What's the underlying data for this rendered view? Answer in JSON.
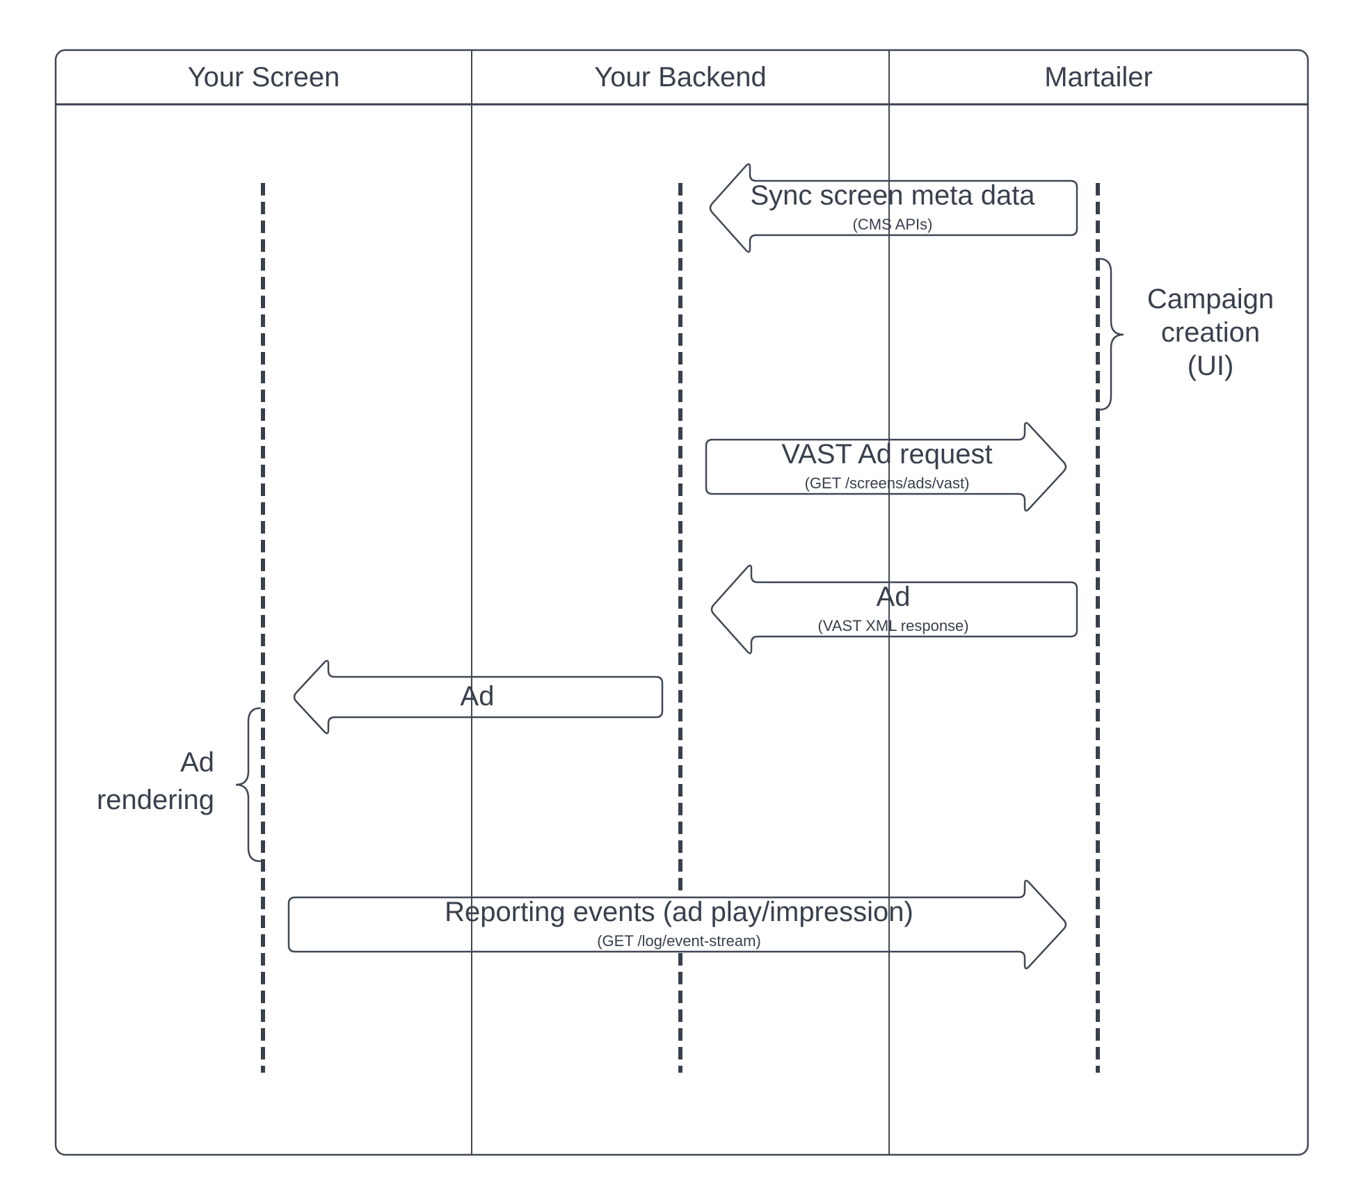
{
  "lanes": [
    {
      "label": "Your Screen"
    },
    {
      "label": "Your Backend"
    },
    {
      "label": "Martailer"
    }
  ],
  "messages": [
    {
      "label": "Sync screen meta data",
      "sublabel": "(CMS APIs)",
      "direction": "left",
      "from": "Martailer",
      "to": "Your Backend"
    },
    {
      "label": "VAST Ad request",
      "sublabel": "(GET /screens/ads/vast)",
      "direction": "right",
      "from": "Your Backend",
      "to": "Martailer"
    },
    {
      "label": "Ad",
      "sublabel": "(VAST XML response)",
      "direction": "left",
      "from": "Martailer",
      "to": "Your Backend"
    },
    {
      "label": "Ad",
      "direction": "left",
      "from": "Your Backend",
      "to": "Your Screen"
    },
    {
      "label": "Reporting events (ad play/impression)",
      "sublabel": "(GET /log/event-stream)",
      "direction": "right",
      "from": "Your Screen",
      "to": "Martailer"
    }
  ],
  "annotations": [
    {
      "lines": [
        "Campaign",
        "creation",
        "(UI)"
      ],
      "lane": "Martailer"
    },
    {
      "lines": [
        "Ad",
        "rendering"
      ],
      "lane": "Your Screen"
    }
  ],
  "colors": {
    "ink": "#39404d",
    "line": "#404855",
    "background": "#ffffff"
  }
}
